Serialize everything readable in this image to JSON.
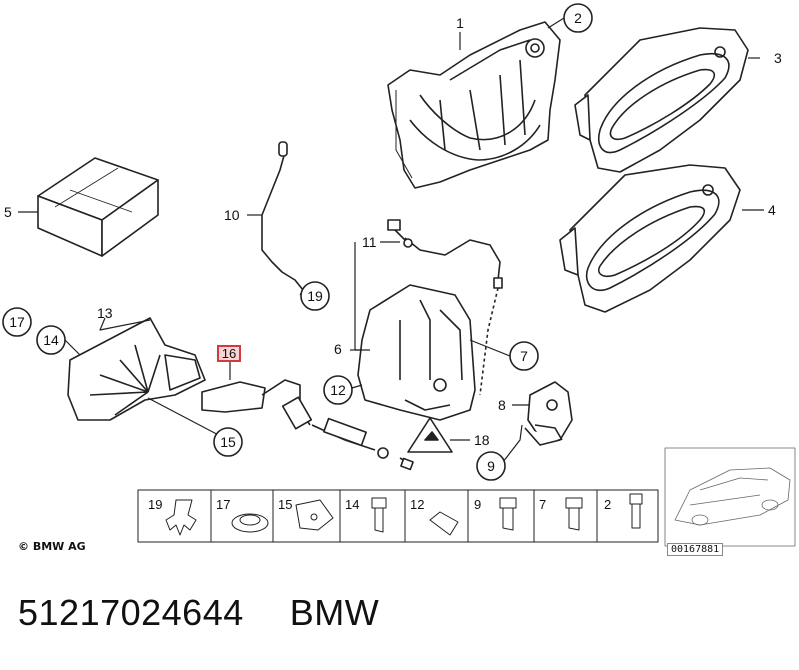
{
  "labels": {
    "p1": "1",
    "p2": "2",
    "p3": "3",
    "p4": "4",
    "p5": "5",
    "p6": "6",
    "p7": "7",
    "p8": "8",
    "p9": "9",
    "p10": "10",
    "p11": "11",
    "p12": "12",
    "p13": "13",
    "p14": "14",
    "p15": "15",
    "p16": "16",
    "p17": "17",
    "p18": "18",
    "p19": "19"
  },
  "strip": [
    "19",
    "17",
    "15",
    "14",
    "12",
    "9",
    "7",
    "2"
  ],
  "copyright": "© BMW AG",
  "diagram_ref": "00167881",
  "part_number": "51217024644",
  "brand": "BMW",
  "highlight_color": "#d23b3b"
}
